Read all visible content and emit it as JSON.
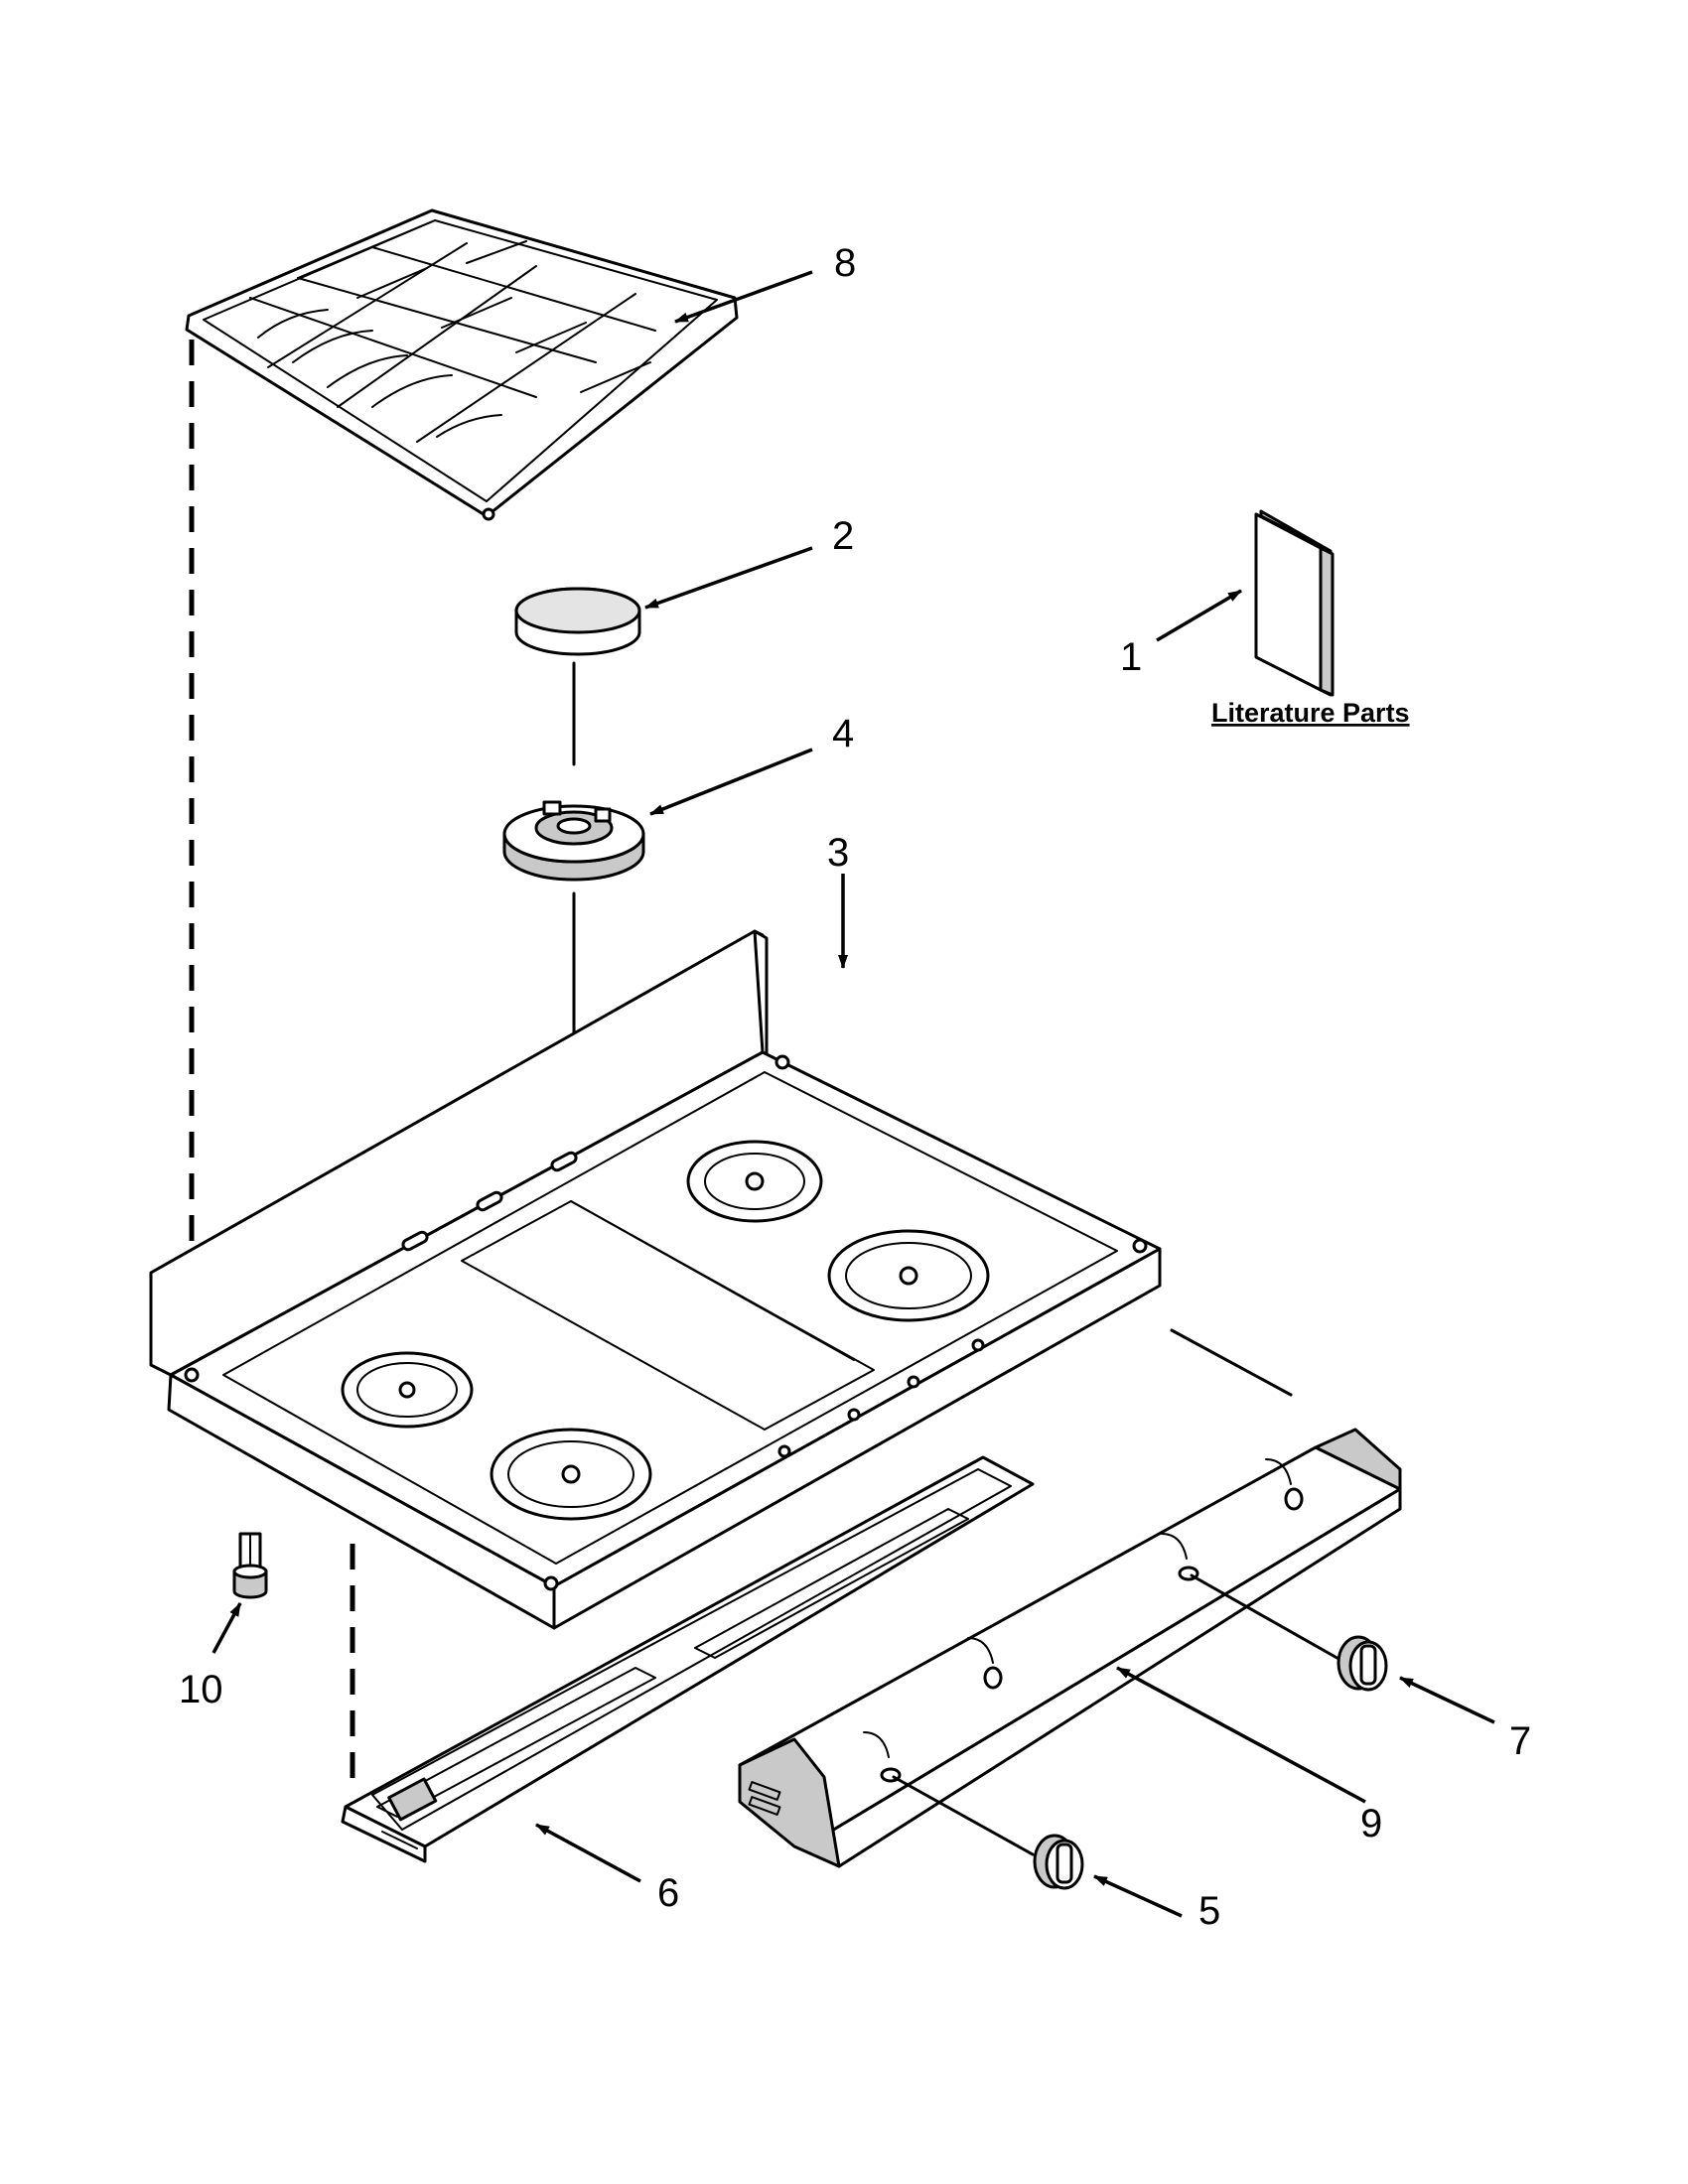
{
  "diagram": {
    "literature_label": "Literature Parts",
    "callouts": [
      {
        "id": "c1",
        "label": "1"
      },
      {
        "id": "c2",
        "label": "2"
      },
      {
        "id": "c3",
        "label": "3"
      },
      {
        "id": "c4",
        "label": "4"
      },
      {
        "id": "c5",
        "label": "5"
      },
      {
        "id": "c6",
        "label": "6"
      },
      {
        "id": "c7",
        "label": "7"
      },
      {
        "id": "c8",
        "label": "8"
      },
      {
        "id": "c9",
        "label": "9"
      },
      {
        "id": "c10",
        "label": "10"
      }
    ]
  }
}
